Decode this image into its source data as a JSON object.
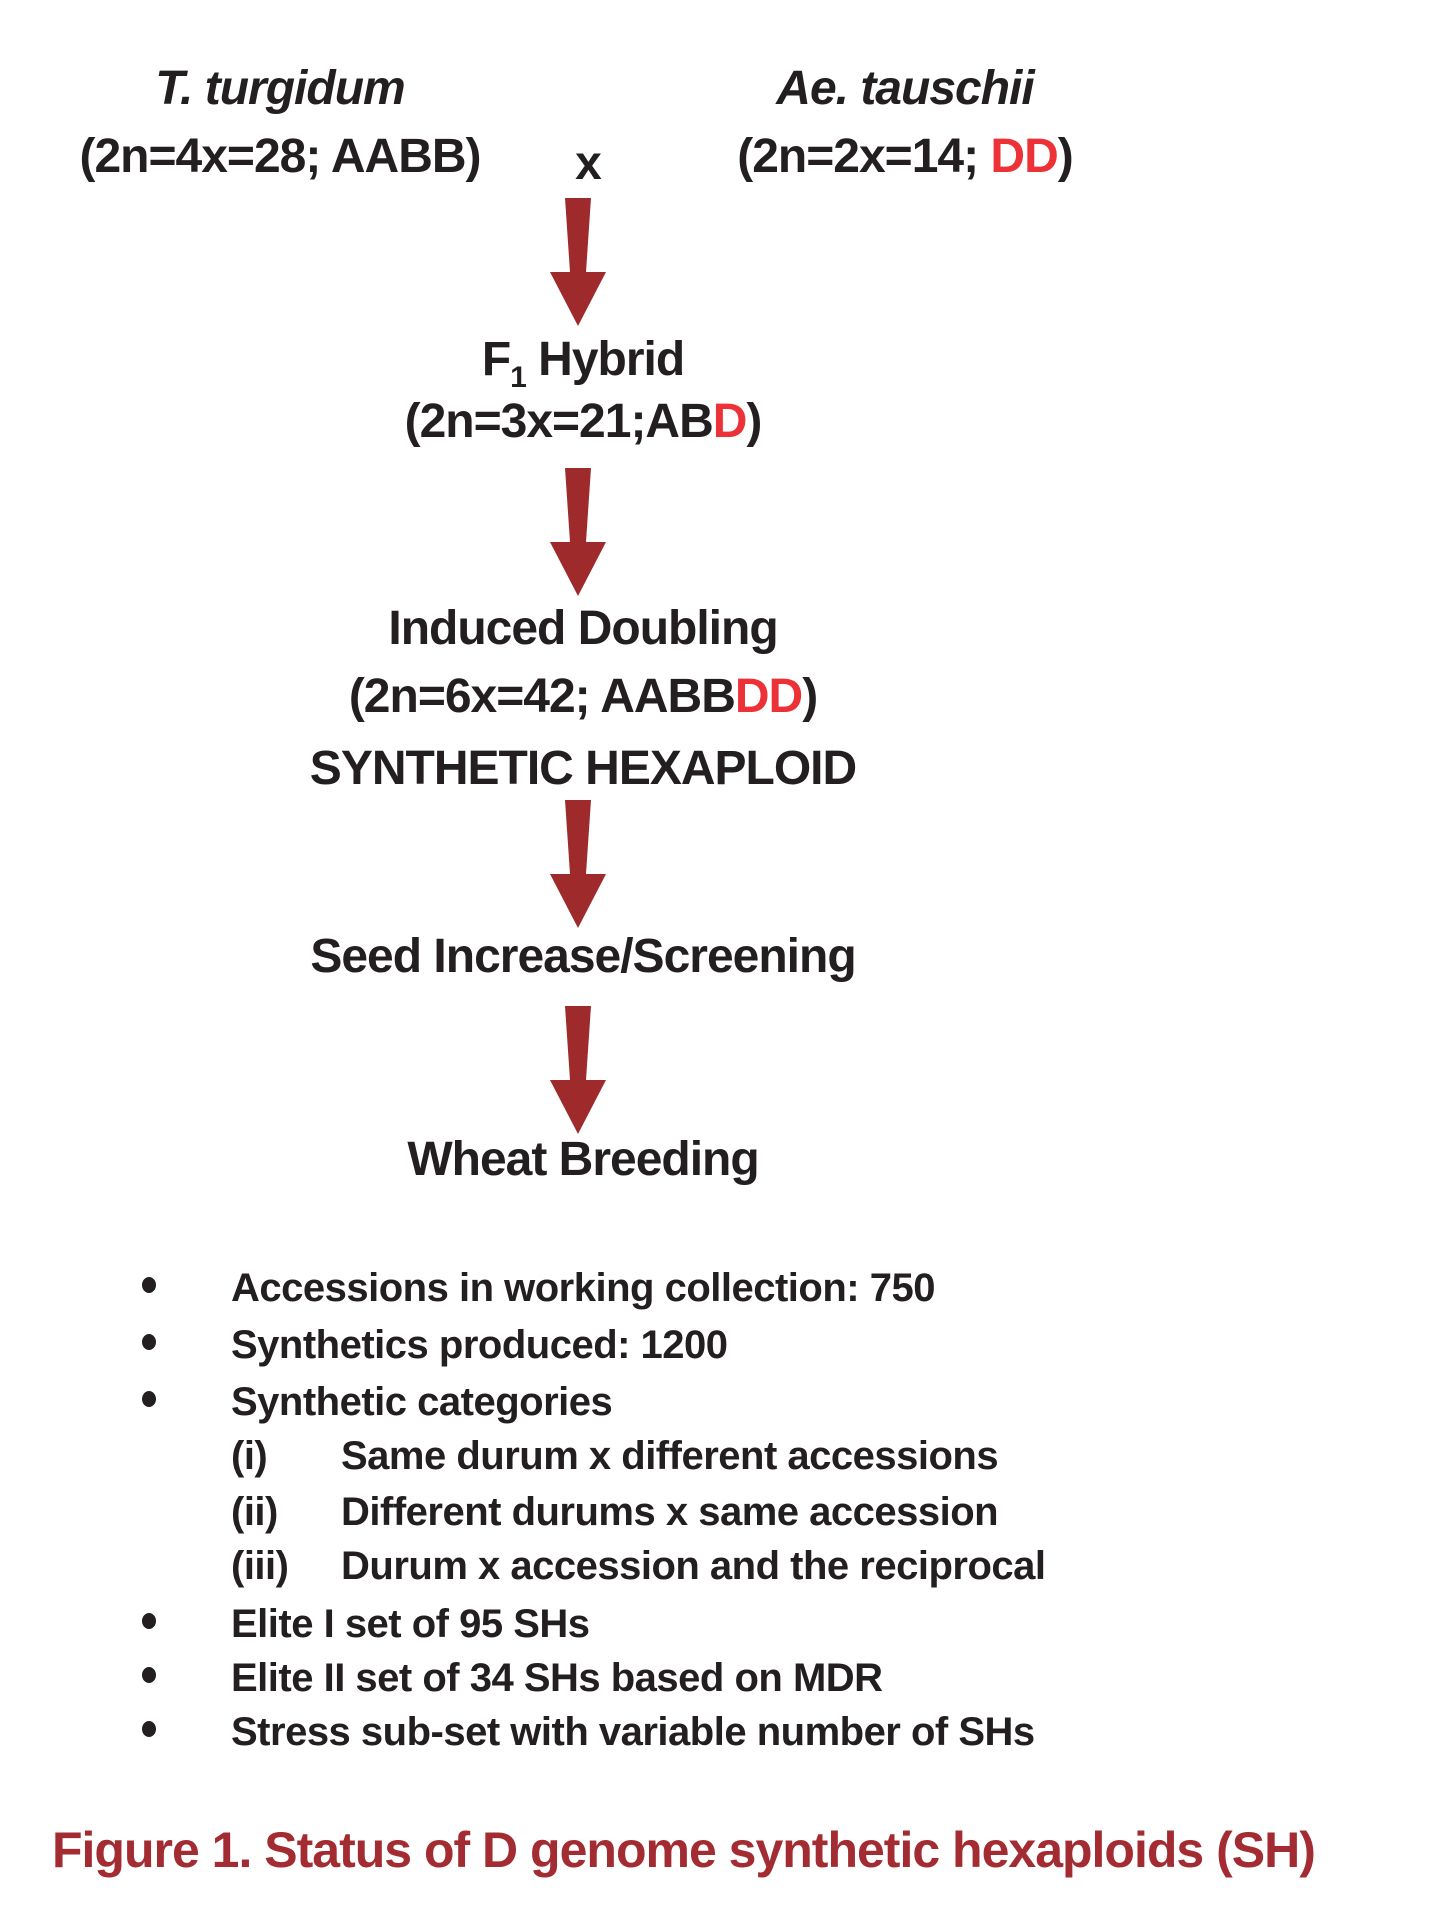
{
  "colors": {
    "text_black": "#231F20",
    "highlight_red": "#ED3237",
    "arrow_red": "#9E2A2B",
    "caption_red": "#A32C33",
    "background": "#FFFFFF"
  },
  "icons": {
    "flow_arrow": "down-arrow-icon"
  },
  "flowchart": {
    "parent_left": {
      "species": "T. turgidum",
      "formula": "(2n=4x=28; AABB)"
    },
    "cross": "x",
    "parent_right": {
      "species": "Ae. tauschii",
      "formula_pre": "(2n=2x=14; ",
      "formula_red": "DD",
      "formula_post": ")"
    },
    "f1_hybrid": {
      "name_main": "F",
      "name_sub": "1",
      "name_rest": " Hybrid",
      "formula_pre": "(2n=3x=21;AB",
      "formula_red": "D",
      "formula_post": ")"
    },
    "induced_doubling": {
      "title": "Induced Doubling",
      "formula_pre": "(2n=6x=42; AABB",
      "formula_red": "DD",
      "formula_post": ")",
      "subtitle": "SYNTHETIC HEXAPLOID"
    },
    "seed_increase": "Seed Increase/Screening",
    "wheat_breeding": "Wheat Breeding"
  },
  "notes": {
    "items": [
      {
        "marker": "•",
        "text": "Accessions in working collection: 750"
      },
      {
        "marker": "•",
        "text": "Synthetics produced: 1200"
      },
      {
        "marker": "•",
        "text": "Synthetic categories"
      },
      {
        "marker": "(i)",
        "text": "Same durum x different accessions"
      },
      {
        "marker": "(ii)",
        "text": "Different durums x same accession"
      },
      {
        "marker": "(iii)",
        "text": "Durum x accession and the reciprocal"
      },
      {
        "marker": "•",
        "text": "Elite I set of 95 SHs"
      },
      {
        "marker": "•",
        "text": "Elite II set of 34 SHs based on MDR"
      },
      {
        "marker": "•",
        "text": "Stress sub-set with variable number of SHs"
      }
    ]
  },
  "caption": "Figure 1. Status of D genome synthetic hexaploids (SH)"
}
